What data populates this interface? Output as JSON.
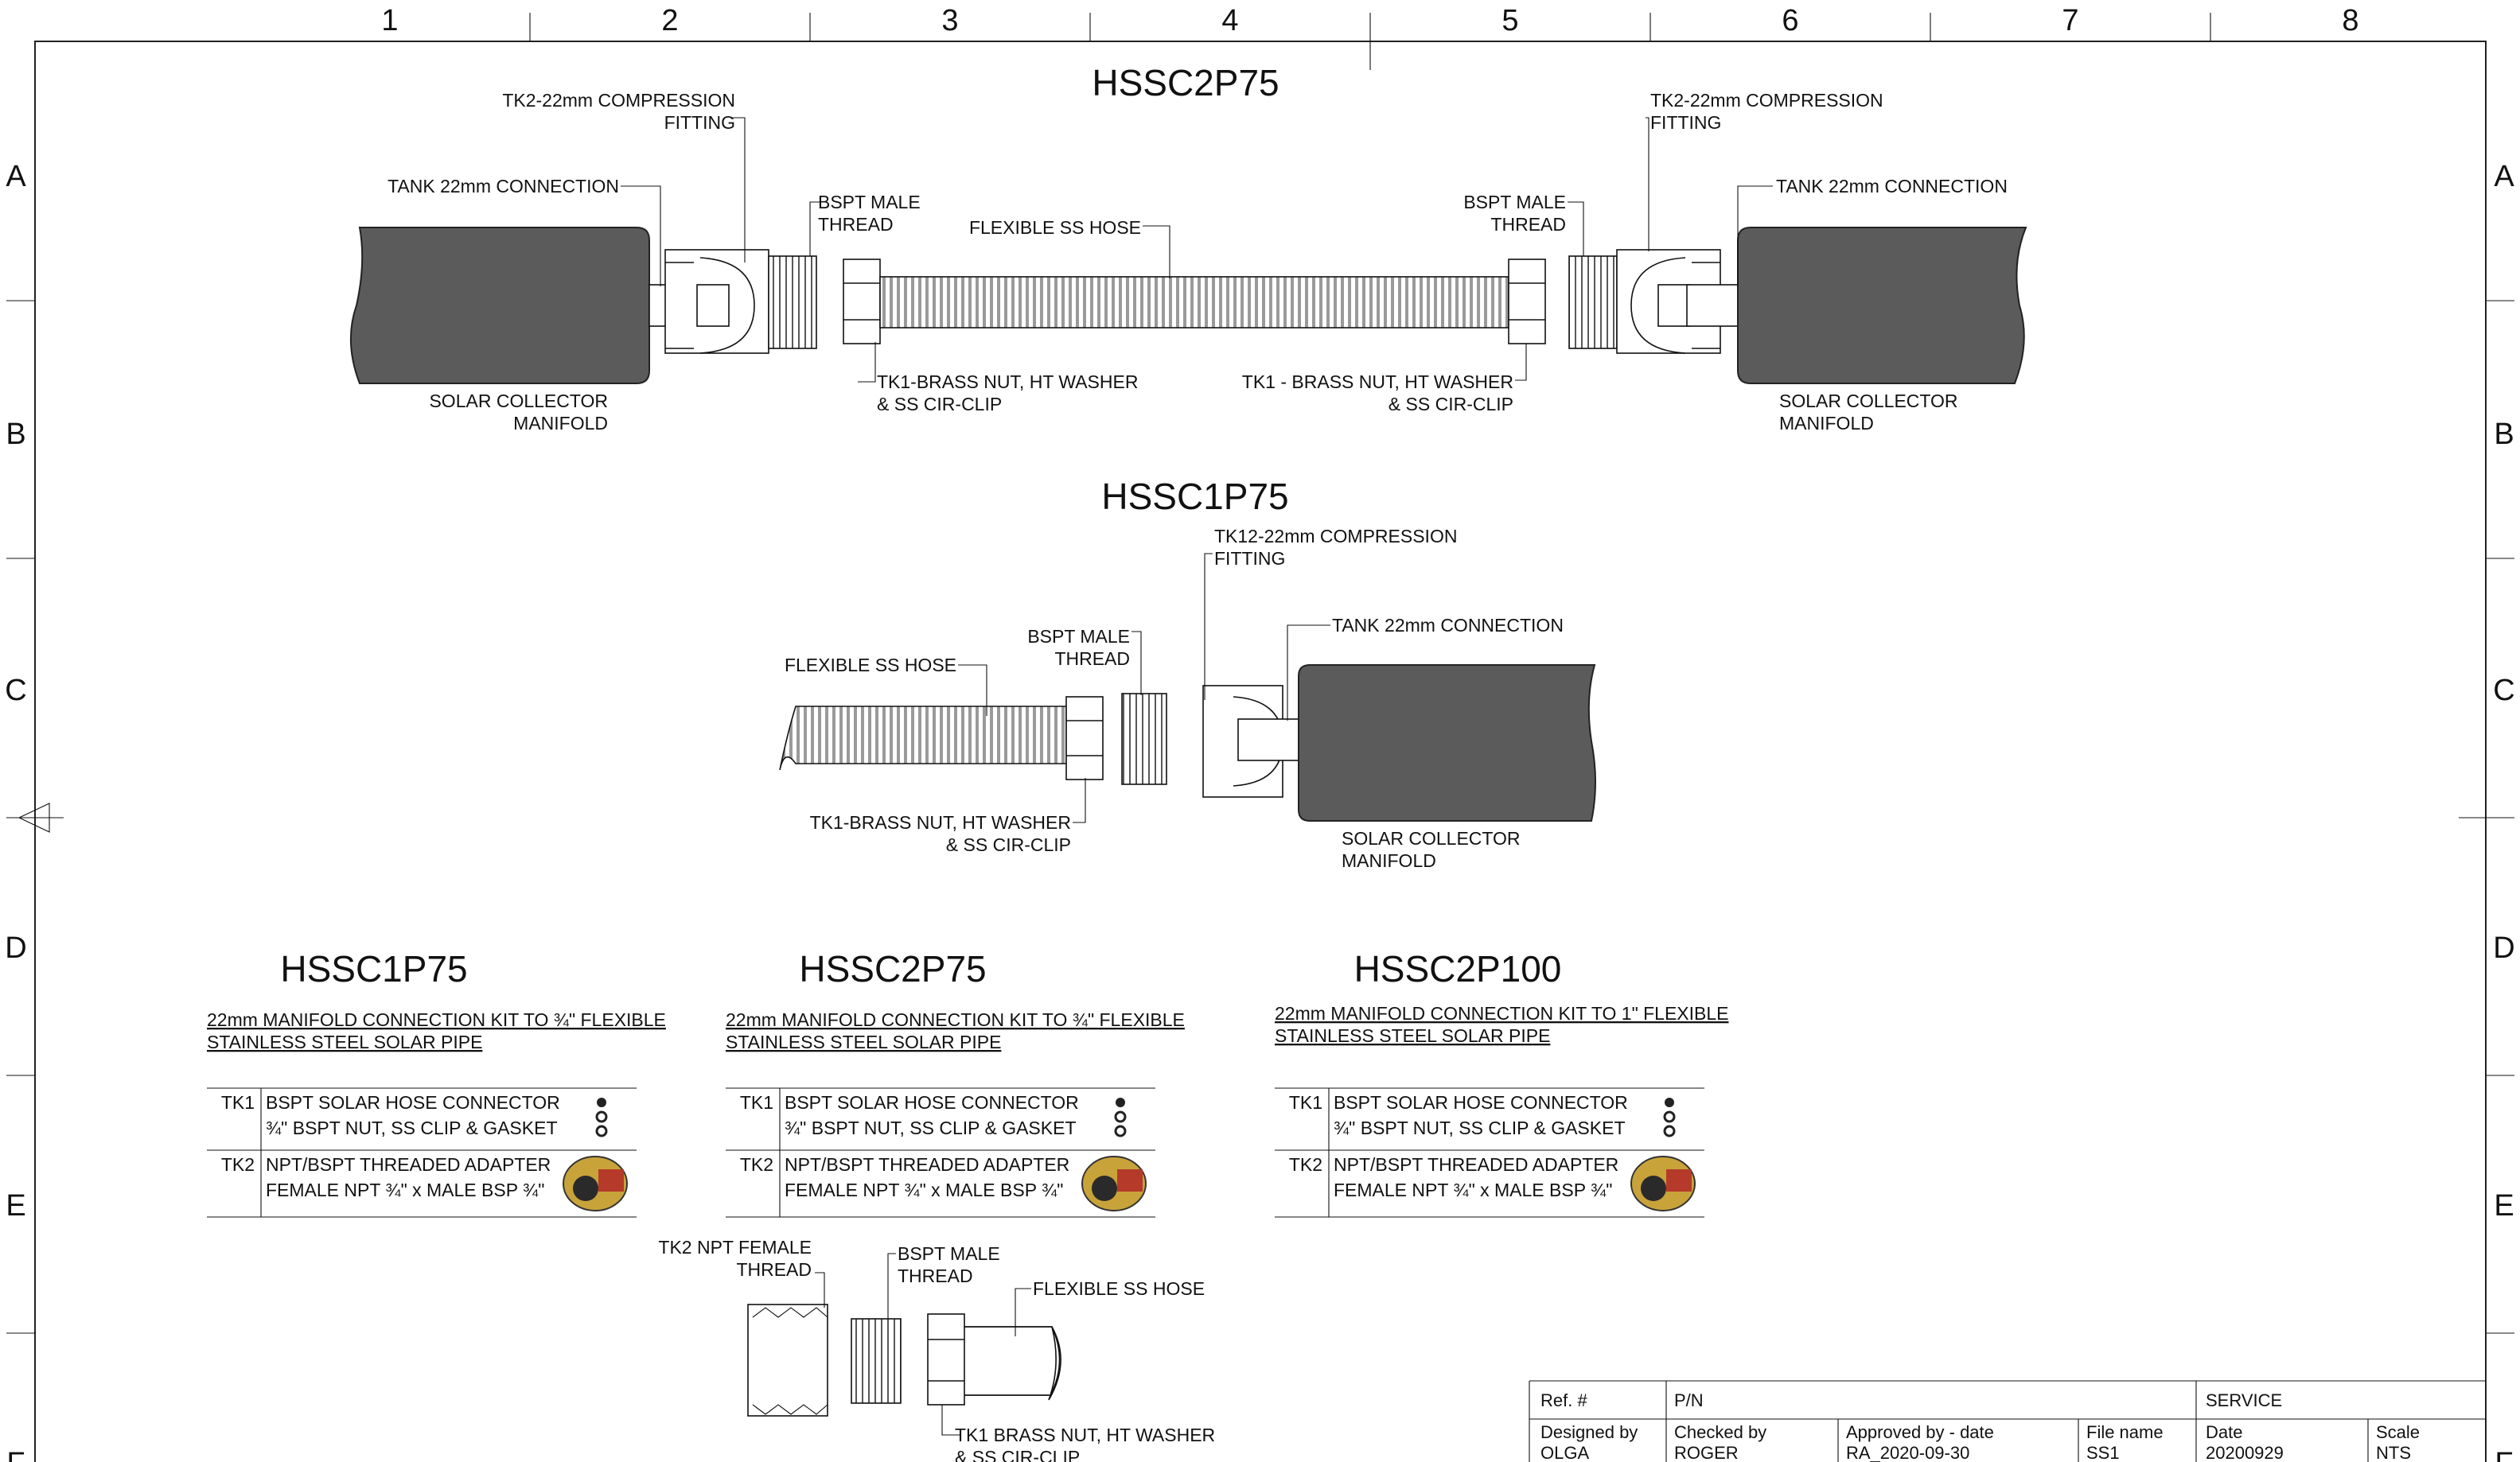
{
  "grid": {
    "columns": [
      "1",
      "2",
      "3",
      "4",
      "5",
      "6",
      "7",
      "8"
    ],
    "rows": [
      "A",
      "B",
      "C",
      "D",
      "E",
      "F"
    ]
  },
  "diagram_top": {
    "title": "HSSC2P75",
    "labels": {
      "compression_left_1": "TK2-22mm COMPRESSION",
      "compression_left_2": "FITTING",
      "tank_left": "TANK 22mm CONNECTION",
      "bspt_left_1": "BSPT MALE",
      "bspt_left_2": "THREAD",
      "hose": "FLEXIBLE SS HOSE",
      "bspt_right_1": "BSPT MALE",
      "bspt_right_2": "THREAD",
      "compression_right_1": "TK2-22mm COMPRESSION",
      "compression_right_2": "FITTING",
      "tank_right": "TANK 22mm CONNECTION",
      "nut_left_1": "TK1-BRASS NUT, HT WASHER",
      "nut_left_2": "& SS CIR-CLIP",
      "nut_right_1": "TK1 - BRASS NUT, HT WASHER",
      "nut_right_2": "& SS CIR-CLIP",
      "manifold_left_1": "SOLAR COLLECTOR",
      "manifold_left_2": "MANIFOLD",
      "manifold_right_1": "SOLAR COLLECTOR",
      "manifold_right_2": "MANIFOLD"
    }
  },
  "diagram_mid": {
    "title": "HSSC1P75",
    "labels": {
      "compression_1": "TK12-22mm COMPRESSION",
      "compression_2": "FITTING",
      "bspt_1": "BSPT MALE",
      "bspt_2": "THREAD",
      "tank": "TANK 22mm CONNECTION",
      "hose": "FLEXIBLE SS HOSE",
      "nut_1": "TK1-BRASS NUT, HT WASHER",
      "nut_2": "& SS CIR-CLIP",
      "manifold_1": "SOLAR COLLECTOR",
      "manifold_2": "MANIFOLD"
    }
  },
  "kits": [
    {
      "title": "HSSC1P75",
      "desc_1": "22mm MANIFOLD CONNECTION KIT TO ¾\" FLEXIBLE",
      "desc_2": "STAINLESS STEEL SOLAR PIPE",
      "rows": [
        {
          "code": "TK1",
          "line1": "BSPT SOLAR HOSE CONNECTOR",
          "line2": "¾\" BSPT NUT, SS CLIP & GASKET"
        },
        {
          "code": "TK2",
          "line1": "NPT/BSPT THREADED ADAPTER",
          "line2": "FEMALE NPT ¾\" x MALE BSP ¾\""
        }
      ]
    },
    {
      "title": "HSSC2P75",
      "desc_1": "22mm MANIFOLD CONNECTION KIT TO ¾\" FLEXIBLE",
      "desc_2": "STAINLESS STEEL SOLAR PIPE",
      "rows": [
        {
          "code": "TK1",
          "line1": "BSPT SOLAR HOSE CONNECTOR",
          "line2": "¾\" BSPT NUT, SS CLIP & GASKET"
        },
        {
          "code": "TK2",
          "line1": "NPT/BSPT THREADED ADAPTER",
          "line2": "FEMALE NPT ¾\" x MALE BSP ¾\""
        }
      ]
    },
    {
      "title": "HSSC2P100",
      "desc_1": "22mm MANIFOLD CONNECTION KIT TO 1\" FLEXIBLE",
      "desc_2": "STAINLESS STEEL SOLAR PIPE",
      "rows": [
        {
          "code": "TK1",
          "line1": "BSPT SOLAR HOSE CONNECTOR",
          "line2": "¾\" BSPT NUT, SS CLIP & GASKET"
        },
        {
          "code": "TK2",
          "line1": "NPT/BSPT THREADED ADAPTER",
          "line2": "FEMALE NPT ¾\" x MALE BSP ¾\""
        }
      ]
    }
  ],
  "diagram_bottom": {
    "labels": {
      "npt_1": "TK2 NPT FEMALE",
      "npt_2": "THREAD",
      "bspt_1": "BSPT MALE",
      "bspt_2": "THREAD",
      "hose": "FLEXIBLE SS HOSE",
      "nut_1": "TK1 BRASS NUT, HT WASHER",
      "nut_2": "& SS CIR-CLIP"
    }
  },
  "title_block": {
    "ref_label": "Ref. #",
    "pn_label": "P/N",
    "service": "SERVICE",
    "designed_label": "Designed by",
    "designed_value": "OLGA",
    "checked_label": "Checked by",
    "checked_value": "ROGER",
    "approved_label": "Approved by - date",
    "approved_value": "RA_2020-09-30",
    "file_label": "File name",
    "file_value": "SS1",
    "date_label": "Date",
    "date_value": "20200929",
    "scale_label": "Scale",
    "scale_value": "NTS"
  }
}
